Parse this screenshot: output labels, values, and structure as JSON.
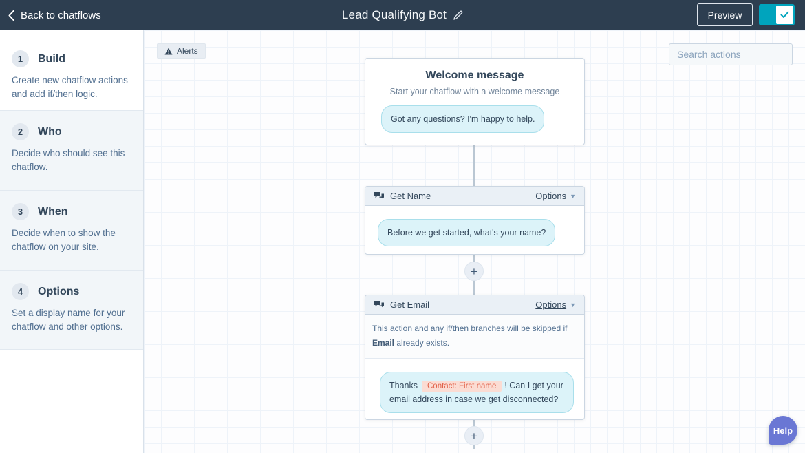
{
  "topbar": {
    "back_label": "Back to chatflows",
    "title": "Lead Qualifying Bot",
    "preview_label": "Preview",
    "publish_toggle_state": "on"
  },
  "sidebar": {
    "sections": [
      {
        "number": "1",
        "title": "Build",
        "description": "Create new chatflow actions and add if/then logic."
      },
      {
        "number": "2",
        "title": "Who",
        "description": "Decide who should see this chatflow."
      },
      {
        "number": "3",
        "title": "When",
        "description": "Decide when to show the chatflow on your site."
      },
      {
        "number": "4",
        "title": "Options",
        "description": "Set a display name for your chatflow and other options."
      }
    ]
  },
  "canvas": {
    "alerts_tab_label": "Alerts",
    "search_placeholder": "Search actions",
    "welcome_card": {
      "title": "Welcome message",
      "subtitle": "Start your chatflow with a welcome message",
      "bubble": "Got any questions? I'm happy to help."
    },
    "get_name_card": {
      "title": "Get Name",
      "options_label": "Options",
      "caret": "▼",
      "bubble": "Before we get started, what's your name?"
    },
    "get_email_card": {
      "title": "Get Email",
      "options_label": "Options",
      "caret": "▼",
      "skip_note_prefix": "This action and any if/then branches will be skipped if ",
      "skip_note_bold": "Email",
      "skip_note_suffix": " already exists.",
      "bubble_prefix": "Thanks",
      "bubble_token": "Contact: First name",
      "bubble_suffix": "! Can I get your email address in case we get disconnected?"
    },
    "plus_label": "+"
  },
  "help_button_label": "Help",
  "colors": {
    "topbar_bg": "#2d3e50",
    "accent_teal": "#00a4bd",
    "bubble_bg": "#dcf3f9",
    "bubble_border": "#a9dfeb",
    "token_bg": "#fbdcd3",
    "token_text": "#e06048",
    "help_bg": "#6a77d4",
    "text_primary": "#33475b",
    "text_secondary": "#516f90"
  }
}
